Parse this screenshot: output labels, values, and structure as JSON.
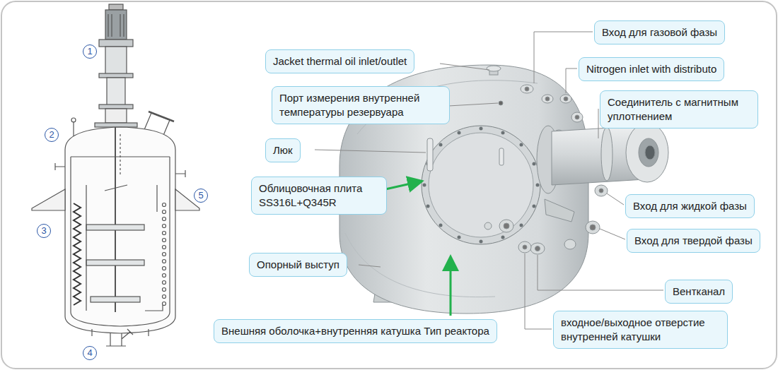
{
  "diagram": {
    "nodes": [
      {
        "text": [
          "1"
        ]
      },
      {
        "text": [
          "2"
        ]
      },
      {
        "text": [
          "3"
        ]
      },
      {
        "text": [
          "5"
        ]
      },
      {
        "text": [
          "4"
        ]
      },
      {
        "text": [
          "Вход для газовой фазы"
        ]
      },
      {
        "text": [
          "Jacket thermal oil inlet/outlet"
        ]
      },
      {
        "text": [
          "Nitrogen inlet with distributo"
        ]
      },
      {
        "text": [
          "Порт измерения внутренней температуры резервуара"
        ]
      },
      {
        "text": [
          "Соединитель с магнитным уплотнением"
        ]
      },
      {
        "text": [
          "Люк"
        ]
      },
      {
        "text": [
          "Облицовочная плита SS316L+Q345R"
        ]
      },
      {
        "text": [
          "Вход для жидкой фазы"
        ]
      },
      {
        "text": [
          "Вход для твердой фазы"
        ]
      },
      {
        "text": [
          "Опорный выступ"
        ]
      },
      {
        "text": [
          "Вентканал"
        ]
      },
      {
        "text": [
          "входное/выходное отверстие внутренней катушки"
        ]
      },
      {
        "text": [
          "Внешняя оболочка+внутренняя катушка Тип реактора"
        ]
      }
    ]
  }
}
